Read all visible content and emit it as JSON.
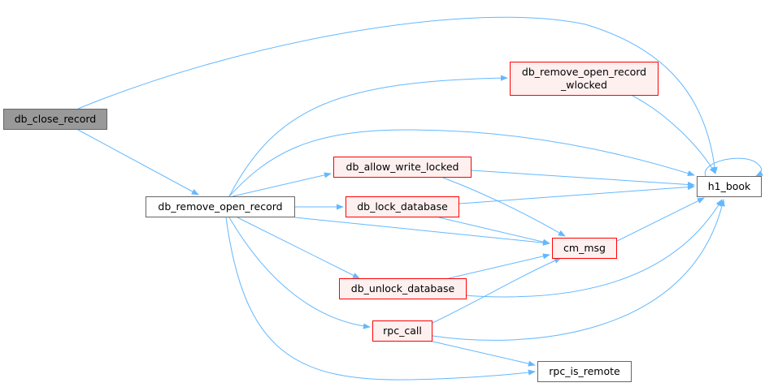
{
  "colors": {
    "edge": "#63b8ff",
    "current_fill": "#999999",
    "node_border": "#666666",
    "red_border": "#ff0000",
    "red_fill": "#fff0f0"
  },
  "nodes": {
    "db_close_record": "db_close_record",
    "db_remove_open_record": "db_remove_open_record",
    "db_remove_open_record_wlocked": "db_remove_open_record\n_wlocked",
    "db_allow_write_locked": "db_allow_write_locked",
    "db_lock_database": "db_lock_database",
    "db_unlock_database": "db_unlock_database",
    "rpc_call": "rpc_call",
    "cm_msg": "cm_msg",
    "h1_book": "h1_book",
    "rpc_is_remote": "rpc_is_remote"
  },
  "edges": [
    {
      "from": "db_close_record",
      "to": "h1_book"
    },
    {
      "from": "db_close_record",
      "to": "db_remove_open_record"
    },
    {
      "from": "db_remove_open_record",
      "to": "db_remove_open_record_wlocked"
    },
    {
      "from": "db_remove_open_record",
      "to": "h1_book"
    },
    {
      "from": "db_remove_open_record",
      "to": "db_allow_write_locked"
    },
    {
      "from": "db_remove_open_record",
      "to": "db_lock_database"
    },
    {
      "from": "db_remove_open_record",
      "to": "cm_msg"
    },
    {
      "from": "db_remove_open_record",
      "to": "db_unlock_database"
    },
    {
      "from": "db_remove_open_record",
      "to": "rpc_call"
    },
    {
      "from": "db_remove_open_record",
      "to": "rpc_is_remote"
    },
    {
      "from": "db_remove_open_record_wlocked",
      "to": "h1_book"
    },
    {
      "from": "db_allow_write_locked",
      "to": "h1_book"
    },
    {
      "from": "db_allow_write_locked",
      "to": "cm_msg"
    },
    {
      "from": "db_lock_database",
      "to": "h1_book"
    },
    {
      "from": "db_lock_database",
      "to": "cm_msg"
    },
    {
      "from": "db_unlock_database",
      "to": "cm_msg"
    },
    {
      "from": "db_unlock_database",
      "to": "h1_book"
    },
    {
      "from": "rpc_call",
      "to": "cm_msg"
    },
    {
      "from": "rpc_call",
      "to": "h1_book"
    },
    {
      "from": "rpc_call",
      "to": "rpc_is_remote"
    },
    {
      "from": "cm_msg",
      "to": "h1_book"
    },
    {
      "from": "h1_book",
      "to": "h1_book"
    }
  ]
}
